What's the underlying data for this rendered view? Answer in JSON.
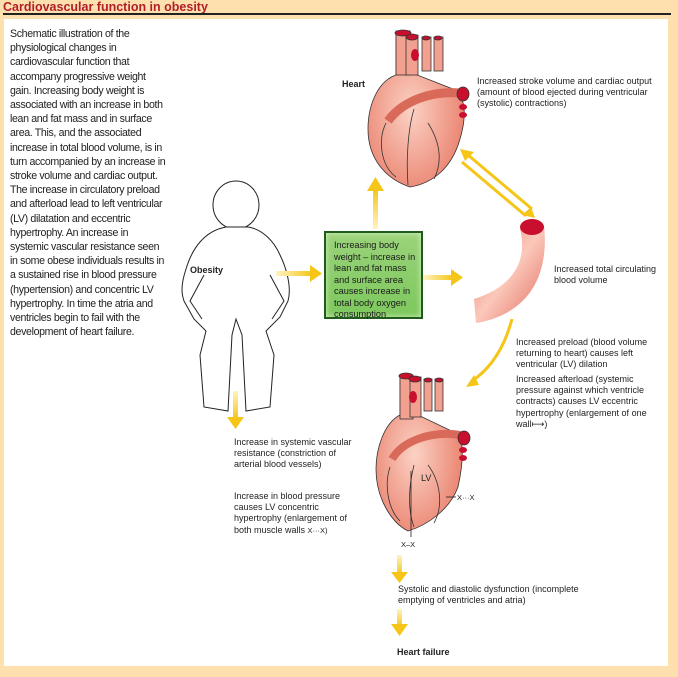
{
  "title": "Cardiovascular function in obesity",
  "description": "Schematic illustration of the physiological changes in cardiovascular function that accompany progressive weight gain. Increasing body weight is associated with an increase in both lean and fat mass and in surface area. This, and the associated increase in total blood volume, is in turn accompanied by an increase in stroke volume and cardiac output. The increase in circulatory preload and afterload lead to left ventricular (LV) dilatation and eccentric hypertrophy. An increase in systemic vascular resistance seen in some obese individuals results in a sustained rise in blood pressure (hypertension) and concentric LV hypertrophy. In time the atria and ventricles begin to fail with the development of heart failure.",
  "labels": {
    "obesity": "Obesity",
    "heart": "Heart",
    "central_box": "Increasing body weight – increase in lean and fat mass and surface area causes increase in total body oxygen consumption",
    "stroke_volume": "Increased stroke volume and cardiac output (amount of blood ejected during ventricular (systolic) contractions)",
    "blood_volume": "Increased total circulating blood volume",
    "preload": "Increased preload (blood volume returning to heart) causes left ventricular (LV) dilation",
    "afterload": "Increased afterload (systemic pressure against which ventricle contracts) causes LV eccentric hypertrophy (enlargement of one wall",
    "afterload_symbol": "⟼)",
    "vascular_resistance": "Increase in systemic vascular resistance (constriction of arterial blood vessels)",
    "blood_pressure": "Increase in blood pressure causes LV concentric hypertrophy (enlargement of both muscle walls",
    "blood_pressure_symbol": "X···X)",
    "lv": "LV",
    "xx_right": "X···X",
    "xx_bottom": "X–X",
    "dysfunction": "Systolic and diastolic dysfunction (incomplete emptying of ventricles and atria)",
    "heart_failure": "Heart failure"
  },
  "colors": {
    "title": "#b01e2a",
    "background": "#fee0ae",
    "arrow": "#f5c518",
    "box_fill": "#8ccf6a",
    "heart": "#f2a08f",
    "vessel_end": "#c8102e"
  }
}
